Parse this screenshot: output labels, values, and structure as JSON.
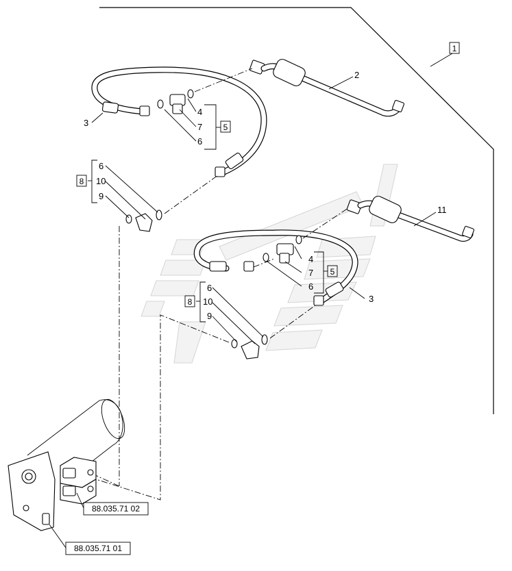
{
  "diagram": {
    "callouts": {
      "c1": "1",
      "c2": "2",
      "c3_top": "3",
      "c4_top": "4",
      "c7_top": "7",
      "c5_top": "5",
      "c6_top": "6",
      "c6_leftA": "6",
      "c10_left": "10",
      "c9_left": "9",
      "c8_left": "8",
      "c11": "11",
      "c4_mid": "4",
      "c7_mid": "7",
      "c5_mid": "5",
      "c6_mid": "6",
      "c3_mid": "3",
      "c6_lowA": "6",
      "c10_low": "10",
      "c9_low": "9",
      "c8_low": "8"
    },
    "references": {
      "ref_valve": "88.035.71 02",
      "ref_housing": "88.035.71 01"
    }
  }
}
